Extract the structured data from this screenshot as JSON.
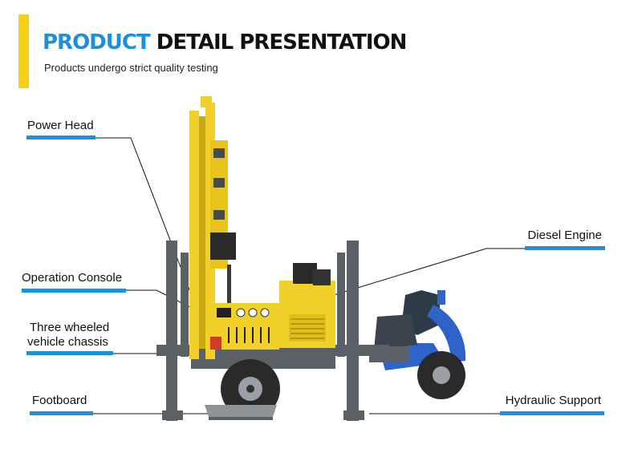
{
  "header": {
    "title_accent": "PRODUCT",
    "title_rest": "DETAIL PRESENTATION",
    "subtitle": "Products undergo strict quality testing"
  },
  "labels": {
    "power_head": "Power Head",
    "operation_console": "Operation Console",
    "chassis_line1": "Three wheeled",
    "chassis_line2": "vehicle chassis",
    "footboard": "Footboard",
    "diesel_engine": "Diesel Engine",
    "hydraulic_support": "Hydraulic Support"
  },
  "colors": {
    "accent_yellow": "#f7d117",
    "accent_blue": "#1e8fdc",
    "machine_yellow": "#f2d02a",
    "frame_gray": "#5b6066",
    "cab_blue": "#2e63c9"
  }
}
